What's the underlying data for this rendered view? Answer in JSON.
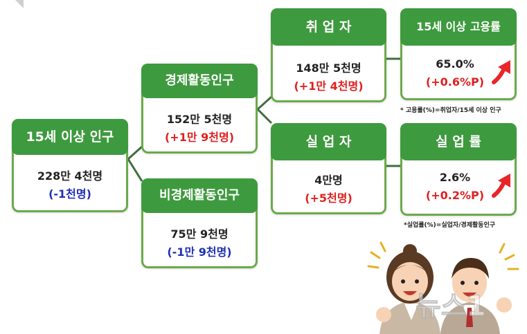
{
  "boxes": {
    "pop15": {
      "title": "15세 이상 인구",
      "value": "228만 4천명",
      "change": "(-1천명)"
    },
    "econ_active": {
      "title": "경제활동인구",
      "value": "152만 5천명",
      "change": "(+1만 9천명)"
    },
    "non_econ": {
      "title": "비경제활동인구",
      "value": "75만 9천명",
      "change": "(-1만 9천명)"
    },
    "employed": {
      "title": "취 업 자",
      "value": "148만 5천명",
      "change": "(+1만 4천명)"
    },
    "unemployed": {
      "title": "실 업 자",
      "value": "4만명",
      "change": "(+5천명)"
    },
    "employment_rate": {
      "title": "15세 이상 고용률",
      "value": "65.0%",
      "change": "(+0.6%P)"
    },
    "unemployment_rate": {
      "title": "실 업 률",
      "value": "2.6%",
      "change": "(+0.2%P)"
    }
  },
  "notes": {
    "employment_rate": "* 고용률(%)=취업자/15세 이상 인구",
    "unemployment_rate": "*실업률(%)=실업자/경제활동인구"
  },
  "watermark": "뉴스1",
  "colors": {
    "border": "#6aaa4a",
    "header": "#3e9a3e",
    "increase": "#e02020",
    "decrease": "#1f2fb5",
    "arrow": "#e8262a"
  }
}
